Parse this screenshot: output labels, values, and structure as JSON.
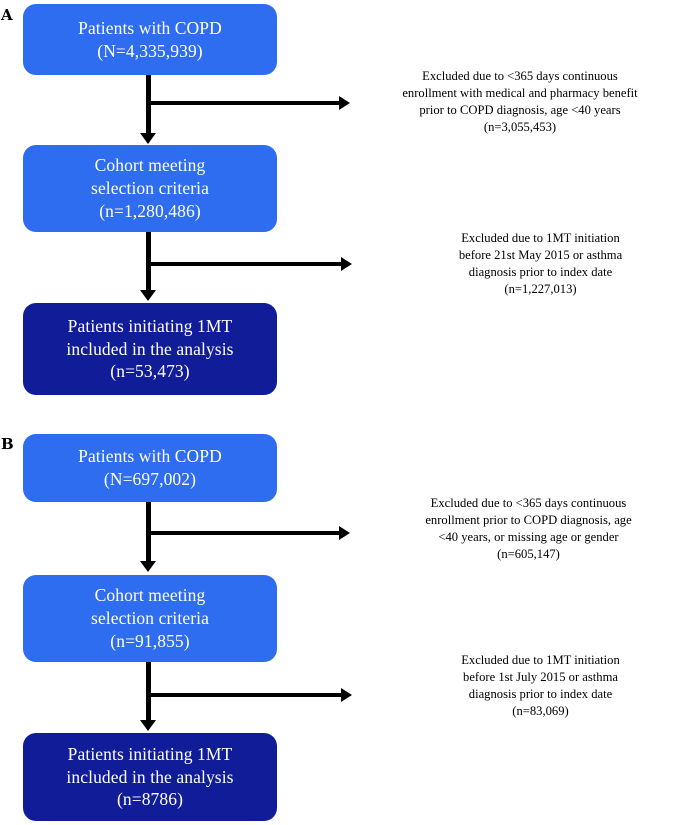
{
  "figure": {
    "panels": [
      {
        "letter": "A",
        "nodes": [
          {
            "id": "a1",
            "style": "light",
            "lines": [
              "Patients with COPD",
              "(N=4,335,939)"
            ]
          },
          {
            "id": "a2",
            "style": "light",
            "lines": [
              "Cohort meeting",
              "selection criteria",
              "(n=1,280,486)"
            ]
          },
          {
            "id": "a3",
            "style": "dark",
            "lines": [
              "Patients initiating 1MT",
              "included in the analysis",
              "(n=53,473)"
            ]
          }
        ],
        "exclusions": [
          {
            "id": "a1",
            "lines": [
              "Excluded due to <365 days continuous",
              "enrollment with medical and pharmacy benefit",
              "prior to COPD diagnosis, age <40 years",
              "(n=3,055,453)"
            ]
          },
          {
            "id": "a2",
            "lines": [
              "Excluded due to 1MT initiation",
              "before 21st May 2015 or asthma",
              "diagnosis prior to index date",
              "(n=1,227,013)"
            ]
          }
        ]
      },
      {
        "letter": "B",
        "nodes": [
          {
            "id": "b1",
            "style": "light",
            "lines": [
              "Patients with COPD",
              "(N=697,002)"
            ]
          },
          {
            "id": "b2",
            "style": "light",
            "lines": [
              "Cohort meeting",
              "selection criteria",
              "(n=91,855)"
            ]
          },
          {
            "id": "b3",
            "style": "dark",
            "lines": [
              "Patients initiating 1MT",
              "included in the analysis",
              "(n=8786)"
            ]
          }
        ],
        "exclusions": [
          {
            "id": "b1",
            "lines": [
              "Excluded due to <365 days continuous",
              "enrollment prior to COPD diagnosis, age",
              "<40 years, or missing age or gender",
              "(n=605,147)"
            ]
          },
          {
            "id": "b2",
            "lines": [
              "Excluded due to 1MT initiation",
              "before 1st July 2015 or asthma",
              "diagnosis prior to index date",
              "(n=83,069)"
            ]
          }
        ]
      }
    ],
    "colors": {
      "node_light": "#2E6DF0",
      "node_dark": "#111C99",
      "connector": "#000000",
      "node_text": "#ffffff",
      "note_text": "#000000",
      "background": "#ffffff"
    }
  }
}
